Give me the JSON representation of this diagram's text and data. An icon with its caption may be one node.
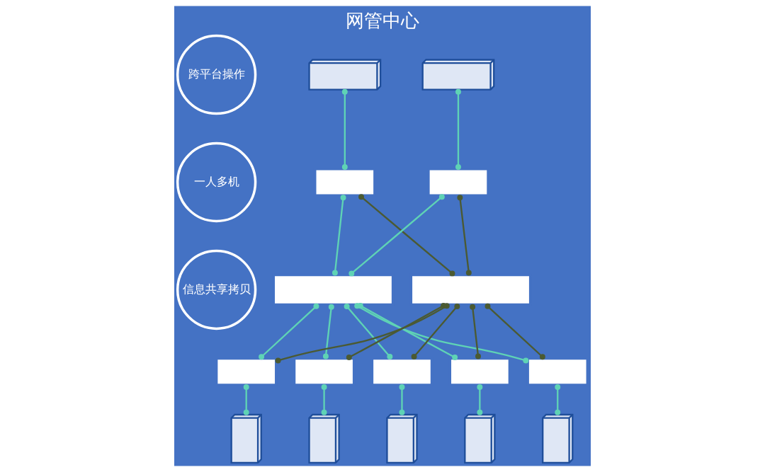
{
  "diagram": {
    "title": "网管中心",
    "nodes": [
      {
        "text": [
          "跨平台操作"
        ]
      },
      {
        "text": [
          "一人多机"
        ]
      },
      {
        "text": [
          "信息共享拷贝"
        ]
      },
      {
        "text": [],
        "shape": "picture"
      },
      {
        "text": [],
        "shape": "picture"
      },
      {
        "text": [],
        "shape": "box"
      },
      {
        "text": [],
        "shape": "box"
      },
      {
        "text": [],
        "shape": "box"
      },
      {
        "text": [],
        "shape": "box"
      },
      {
        "text": [],
        "shape": "box"
      },
      {
        "text": [],
        "shape": "box"
      },
      {
        "text": [],
        "shape": "box"
      },
      {
        "text": [],
        "shape": "box"
      },
      {
        "text": [],
        "shape": "box"
      },
      {
        "text": [],
        "shape": "picture"
      },
      {
        "text": [],
        "shape": "picture"
      },
      {
        "text": [],
        "shape": "picture"
      },
      {
        "text": [],
        "shape": "picture"
      },
      {
        "text": [],
        "shape": "picture"
      }
    ],
    "edges": [
      {
        "from": 3,
        "to": 5,
        "arrow": "other"
      },
      {
        "from": 4,
        "to": 6,
        "arrow": "other"
      },
      {
        "from": 5,
        "to": 7,
        "arrow": "other"
      },
      {
        "from": 6,
        "to": 7,
        "arrow": "other"
      },
      {
        "from": 5,
        "to": 8,
        "arrow": "other",
        "color": "#4b5a32"
      },
      {
        "from": 6,
        "to": 8,
        "arrow": "other",
        "color": "#4b5a32"
      },
      {
        "from": 7,
        "to": 9,
        "arrow": "other"
      },
      {
        "from": 7,
        "to": 10,
        "arrow": "other"
      },
      {
        "from": 7,
        "to": 11,
        "arrow": "other"
      },
      {
        "from": 7,
        "to": 12,
        "arrow": "other"
      },
      {
        "from": 7,
        "to": 13,
        "arrow": "other"
      },
      {
        "from": 8,
        "to": 9,
        "arrow": "other",
        "color": "#4b5a32"
      },
      {
        "from": 8,
        "to": 10,
        "arrow": "other",
        "color": "#4b5a32"
      },
      {
        "from": 8,
        "to": 11,
        "arrow": "other",
        "color": "#4b5a32"
      },
      {
        "from": 8,
        "to": 12,
        "arrow": "other",
        "color": "#4b5a32"
      },
      {
        "from": 8,
        "to": 13,
        "arrow": "other",
        "color": "#4b5a32"
      },
      {
        "from": 9,
        "to": 14,
        "arrow": "other"
      },
      {
        "from": 10,
        "to": 15,
        "arrow": "other"
      },
      {
        "from": 11,
        "to": 16,
        "arrow": "other"
      },
      {
        "from": 12,
        "to": 17,
        "arrow": "other"
      },
      {
        "from": 13,
        "to": 18,
        "arrow": "other"
      }
    ]
  }
}
